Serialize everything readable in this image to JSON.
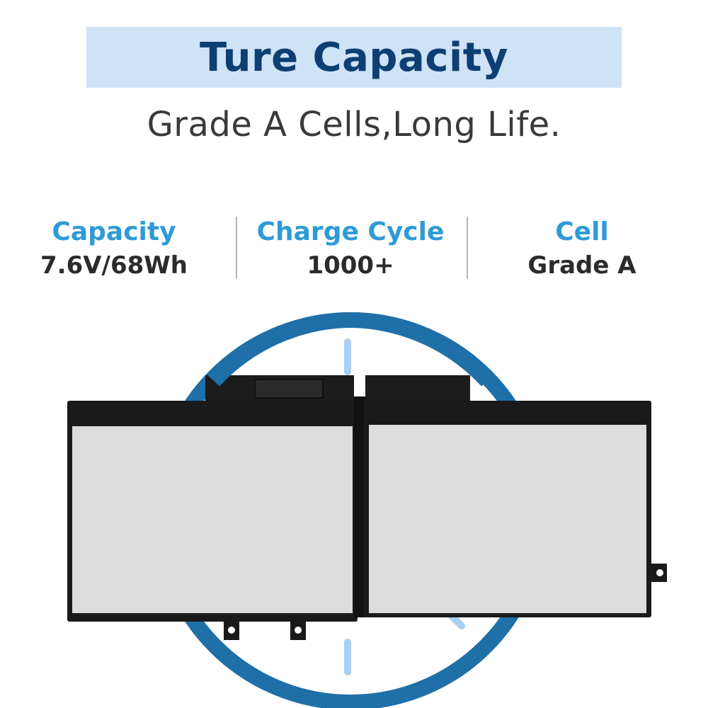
{
  "header": {
    "title": "Ture Capacity",
    "subtitle": "Grade A Cells,Long Life."
  },
  "specs": [
    {
      "label": "Capacity",
      "value": "7.6V/68Wh"
    },
    {
      "label": "Charge Cycle",
      "value": "1000+"
    },
    {
      "label": "Cell",
      "value": "Grade A"
    }
  ],
  "colors": {
    "banner_bg": "#cfe3f7",
    "title": "#0d3f73",
    "accent": "#2e9bd7",
    "ring": "#1f6fa8",
    "battery_body": "#1a1a1a",
    "cell_panel": "#dcdcdc"
  }
}
